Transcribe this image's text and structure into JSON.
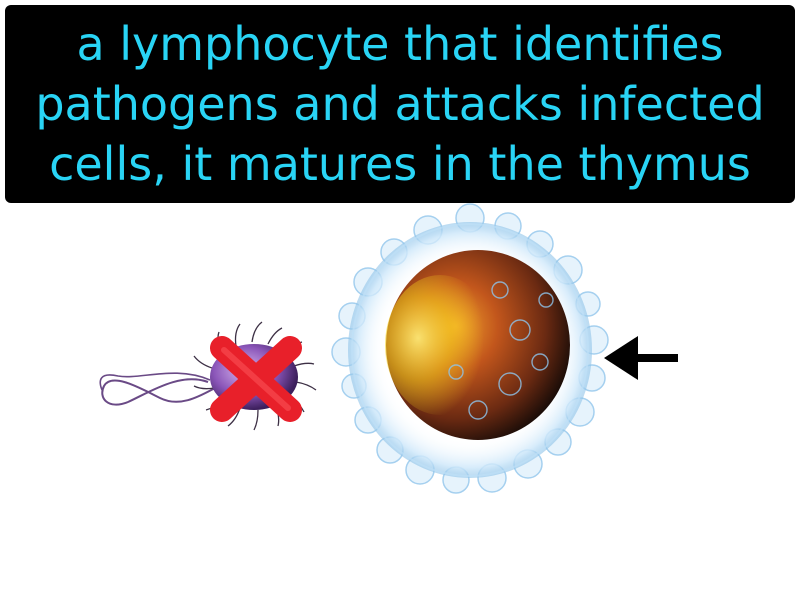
{
  "definition": {
    "lines": [
      "a lymphocyte that identifies",
      "pathogens and attacks infected",
      "cells, it matures in the thymus"
    ]
  },
  "colors": {
    "text": "#29d4f5",
    "box": "#000000",
    "x_mark": "#e8202a",
    "bacterium_body": "#8a55b8",
    "cell_core": "#c2561c",
    "cell_highlight": "#f6d21c",
    "membrane": "#b9dcf5",
    "arrow": "#000000"
  },
  "icons": {
    "bacterium": "bacterium-icon",
    "cancel_mark": "red-x-icon",
    "t_cell": "t-cell-icon",
    "pointer": "left-arrow-icon"
  }
}
